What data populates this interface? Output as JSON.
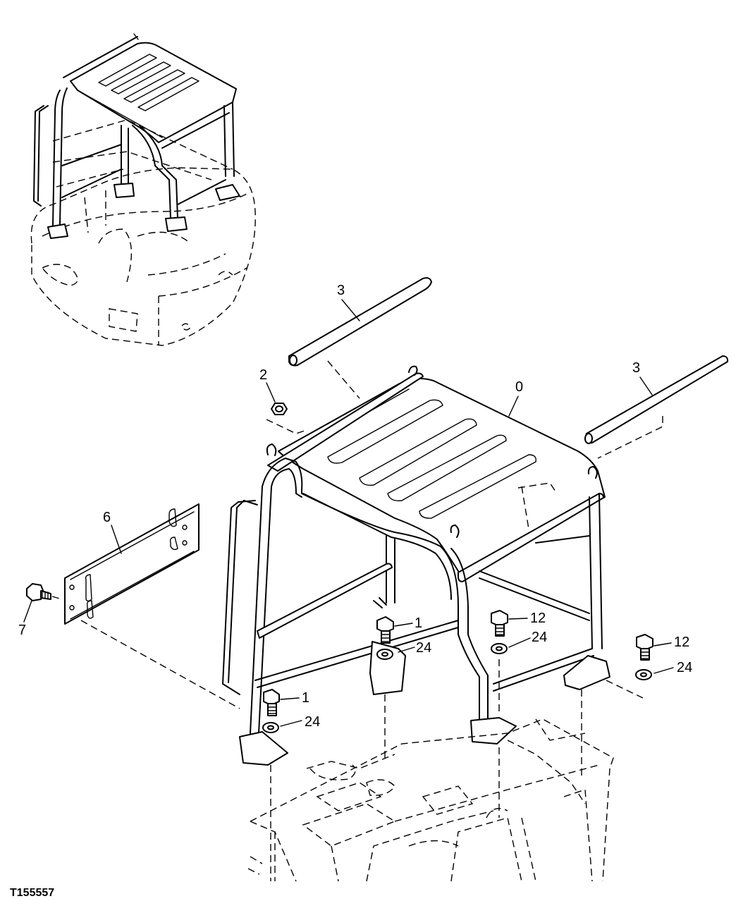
{
  "figure_ref": "T155557",
  "callouts": {
    "canopy": "0",
    "bolt_front_left": "1",
    "bolt_rear_left": "1",
    "nut": "2",
    "rod_left": "3",
    "rod_right": "3",
    "plate": "6",
    "screw": "7",
    "bolt_rear_right": "12",
    "bolt_front_right": "12",
    "washer_front_left": "24",
    "washer_rear_left": "24",
    "washer_rear_right": "24",
    "washer_front_right": "24"
  }
}
